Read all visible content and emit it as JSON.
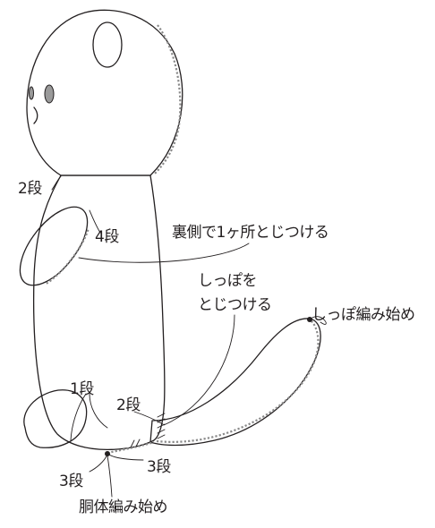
{
  "labels": {
    "two_dan_neck": "2段",
    "four_dan_arm": "4段",
    "ura_toji": "裏側で1ヶ所とじつける",
    "shippo_toji_1": "しっぽを",
    "shippo_toji_2": "とじつける",
    "shippo_start": "しっぽ編み始め",
    "one_dan": "1段",
    "two_dan_tail": "2段",
    "three_dan_left": "3段",
    "three_dan_right": "3段",
    "body_start": "胴体編み始め"
  },
  "colors": {
    "ink": "#231f20",
    "stitch_line": "#8a8a8a",
    "eye": "#9a9a9a"
  }
}
